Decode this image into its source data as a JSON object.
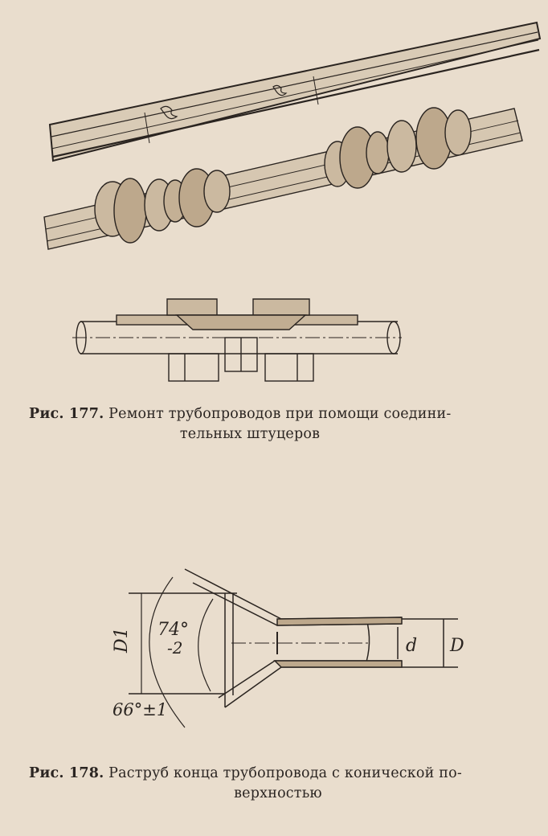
{
  "figure177": {
    "label": "Рис. 177.",
    "text_line1": "Ремонт трубопроводов при помощи соедини-",
    "text_line2": "тельных штуцеров"
  },
  "figure178": {
    "label": "Рис. 178.",
    "text_line1": "Раструб конца трубопровода с конической по-",
    "text_line2": "верхностью",
    "dims": {
      "D1": "D1",
      "angle_inner": "74°",
      "angle_inner_tol": "-2",
      "angle_outer": "66°±1",
      "d": "d",
      "D": "D"
    }
  }
}
